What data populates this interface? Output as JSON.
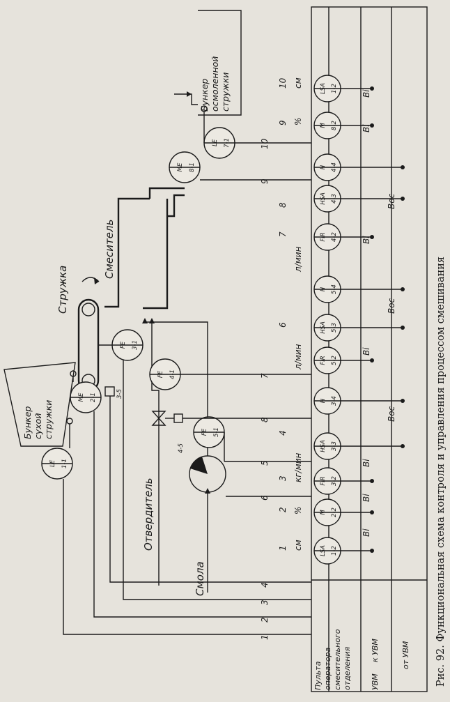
{
  "caption": "Рис. 92. Функциональная схема контроля и управления процессом смешивания",
  "equipment": {
    "hopper_dry": [
      "Бункер",
      "сухой",
      "стружки"
    ],
    "hopper_resin": [
      "Бункер",
      "осмоленной",
      "стружки"
    ],
    "chips": "Стружка",
    "mixer": "Смеситель",
    "hardener": "Отвердитель",
    "resin": "Смола"
  },
  "actuator_labels": {
    "chip_feeder": "3-5",
    "hardener_valve": "4-5"
  },
  "field_instruments": [
    {
      "code": "LE",
      "num": "1-1"
    },
    {
      "code": "ME",
      "num": "2-1"
    },
    {
      "code": "FE",
      "num": "3-1"
    },
    {
      "code": "FE",
      "num": "4-1"
    },
    {
      "code": "FE",
      "num": "5-1"
    },
    {
      "code": "ME",
      "num": "8-1"
    },
    {
      "code": "LE",
      "num": "7-1"
    }
  ],
  "panel_instruments": [
    {
      "code": "LSA",
      "num": "1-2"
    },
    {
      "code": "M",
      "num": "2-2"
    },
    {
      "code": "FIR",
      "num": "3-2"
    },
    {
      "code": "HSA",
      "num": "3-3"
    },
    {
      "code": "H",
      "num": "3-4"
    },
    {
      "code": "FIR",
      "num": "5-2"
    },
    {
      "code": "HSA",
      "num": "5-3"
    },
    {
      "code": "H",
      "num": "5-4"
    },
    {
      "code": "FIR",
      "num": "4-2"
    },
    {
      "code": "HSA",
      "num": "4-3"
    },
    {
      "code": "H",
      "num": "4-4"
    },
    {
      "code": "M",
      "num": "8-2"
    },
    {
      "code": "LSA",
      "num": "1-2"
    }
  ],
  "bottom_line_numbers": [
    "1",
    "2",
    "3",
    "4"
  ],
  "side_line_numbers": [
    "6",
    "5",
    "8",
    "7",
    "9",
    "10"
  ],
  "panel_signals": {
    "nums": [
      "1",
      "2",
      "3",
      "4",
      "6",
      "7",
      "8",
      "9",
      "10"
    ],
    "units": [
      "см",
      "%",
      "кг/мин",
      "л/мин",
      "л/мин",
      "%",
      "см"
    ]
  },
  "data_labels": [
    "Вi",
    "Вi",
    "Вi",
    "Воc",
    "Вi",
    "Воc",
    "Вi",
    "Воc",
    "Вi",
    "Вi"
  ],
  "table": {
    "panel_title": [
      "Пульта",
      "оператора",
      "смесительного",
      "отделения"
    ],
    "to_uvm": "к УВМ",
    "from_uvm": "от УВМ",
    "uvm": "УВМ"
  }
}
